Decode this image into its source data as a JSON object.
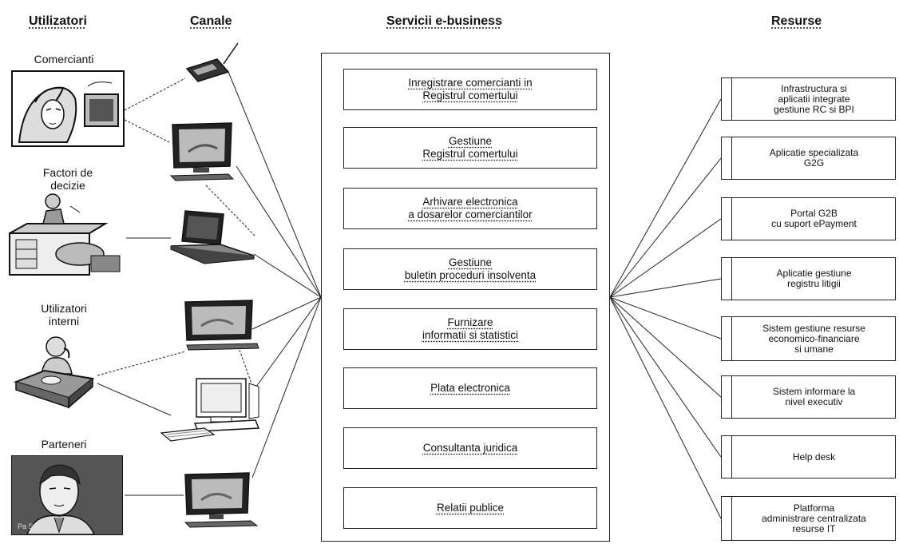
{
  "columns": {
    "users": "Utilizatori",
    "channels": "Canale",
    "services": "Servicii e-business",
    "resources": "Resurse"
  },
  "users": [
    {
      "label": "Comercianti"
    },
    {
      "label": "Factori de decizie"
    },
    {
      "label": "Utilizatori interni"
    },
    {
      "label": "Parteneri"
    }
  ],
  "channels": [
    {
      "icon": "mobile-phone-icon"
    },
    {
      "icon": "computer-monitor-icon"
    },
    {
      "icon": "laptop-icon"
    },
    {
      "icon": "computer-monitor-icon"
    },
    {
      "icon": "desktop-computer-icon"
    },
    {
      "icon": "computer-monitor-icon"
    }
  ],
  "services": [
    {
      "lines": [
        "Inregistrare comercianti in",
        "Registrul comertului"
      ]
    },
    {
      "lines": [
        "Gestiune",
        "Registrul comertului"
      ]
    },
    {
      "lines": [
        "Arhivare electronica",
        "a dosarelor comerciantilor"
      ]
    },
    {
      "lines": [
        "Gestiune",
        "buletin proceduri insolventa"
      ]
    },
    {
      "lines": [
        "Furnizare",
        "informatii si statistici"
      ]
    },
    {
      "lines": [
        "Plata electronica"
      ]
    },
    {
      "lines": [
        "Consultanta juridica"
      ]
    },
    {
      "lines": [
        "Relatii publice"
      ]
    }
  ],
  "resources": [
    {
      "lines": [
        "Infrastructura si",
        "aplicatii integrate",
        "gestiune RC si BPI"
      ]
    },
    {
      "lines": [
        "Aplicatie specializata",
        "G2G"
      ]
    },
    {
      "lines": [
        "Portal G2B",
        "cu suport ePayment"
      ]
    },
    {
      "lines": [
        "Aplicatie gestiune",
        "registru litigii"
      ]
    },
    {
      "lines": [
        "Sistem gestiune resurse",
        "economico-financiare",
        "si umane"
      ]
    },
    {
      "lines": [
        "Sistem informare la",
        "nivel executiv"
      ]
    },
    {
      "lines": [
        "Help desk"
      ]
    },
    {
      "lines": [
        "Platforma",
        "administrare centralizata",
        "resurse IT"
      ]
    }
  ]
}
